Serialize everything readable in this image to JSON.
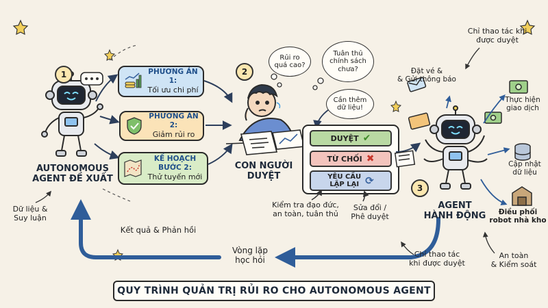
{
  "title": "QUY TRÌNH QUẢN TRỊ RỦI RO CHO AUTONOMOUS AGENT",
  "step1": {
    "number": "1",
    "label": "AUTONOMOUS\nAGENT ĐỀ XUẤT",
    "input_note": "Dữ liệu &\nSuy luận",
    "options": [
      {
        "title": "PHƯƠNG ÁN 1:",
        "text": "Tối ưu chi phí",
        "icon": "chart-coins-icon"
      },
      {
        "title": "PHƯƠNG ÁN 2:",
        "text": "Giảm rủi ro",
        "icon": "shield-check-icon"
      },
      {
        "title": "KẾ HOẠCH BƯỚC 2:",
        "text": "Thử tuyến mới",
        "icon": "route-map-icon"
      }
    ]
  },
  "step2": {
    "number": "2",
    "label": "CON NGƯỜI\nDUYỆT",
    "thoughts": [
      "Rủi ro\nquá cao?",
      "Tuân thủ\nchính sách\nchưa?",
      "Cần thêm\ndữ liệu!"
    ],
    "decisions": [
      {
        "label": "DUYỆT",
        "symbol": "✔",
        "color": "#b9d9a3",
        "mark_color": "#3f8a2a"
      },
      {
        "label": "TỪ CHỐI",
        "symbol": "✖",
        "color": "#f3c4bd",
        "mark_color": "#c8382c"
      },
      {
        "label": "YÊU CẦU\nLẬP LẠI",
        "symbol": "⟳",
        "color": "#c8d6ec",
        "mark_color": "#3a64a0"
      }
    ],
    "check_note": "Kiểm tra đạo đức,\nan toàn, tuân thủ",
    "edit_note": "Sửa đổi /\nPhê duyệt"
  },
  "step3": {
    "number": "3",
    "label": "AGENT\nHÀNH ĐỘNG",
    "top_note": "Chỉ thao tác khi\nđược duyệt",
    "bottom_note": "Chỉ thao tác\nkhi được duyệt",
    "safety_note": "An toàn\n& Kiểm soát",
    "actions": [
      {
        "text": "Đặt vé &\n& Gửi thông báo",
        "icon": "ticket-envelope-icon"
      },
      {
        "text": "Thực hiện\ngiao dịch",
        "icon": "money-icon"
      },
      {
        "text": "Cập nhật\ndữ liệu",
        "icon": "database-icon"
      },
      {
        "text": "Điều phối\nrobot nhà kho",
        "icon": "warehouse-icon"
      }
    ]
  },
  "feedback": {
    "result_label": "Kết quả & Phản hồi",
    "loop_label": "Vòng lặp\nhọc hỏi"
  },
  "colors": {
    "background": "#f6f1e7",
    "option1": "#cfe4f5",
    "option2": "#fbe3b8",
    "option3": "#d9ecc7",
    "arrow": "#2d3f5c",
    "loop_arrow": "#2f5d99"
  }
}
